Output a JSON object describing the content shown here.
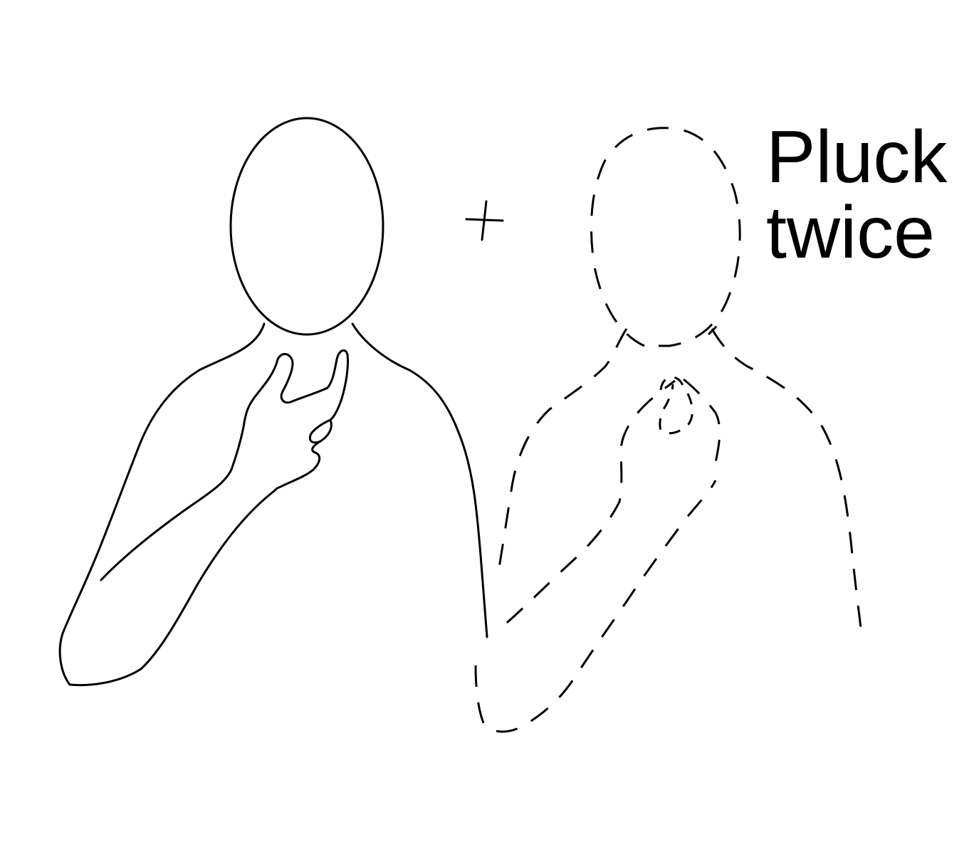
{
  "caption": {
    "line1": "Pluck",
    "line2": "twice"
  },
  "colors": {
    "ink": "#000000",
    "background": "#ffffff"
  },
  "figures": [
    {
      "name": "start-position",
      "style": "solid"
    },
    {
      "name": "end-position",
      "style": "dashed"
    }
  ],
  "connector_symbol": "+"
}
